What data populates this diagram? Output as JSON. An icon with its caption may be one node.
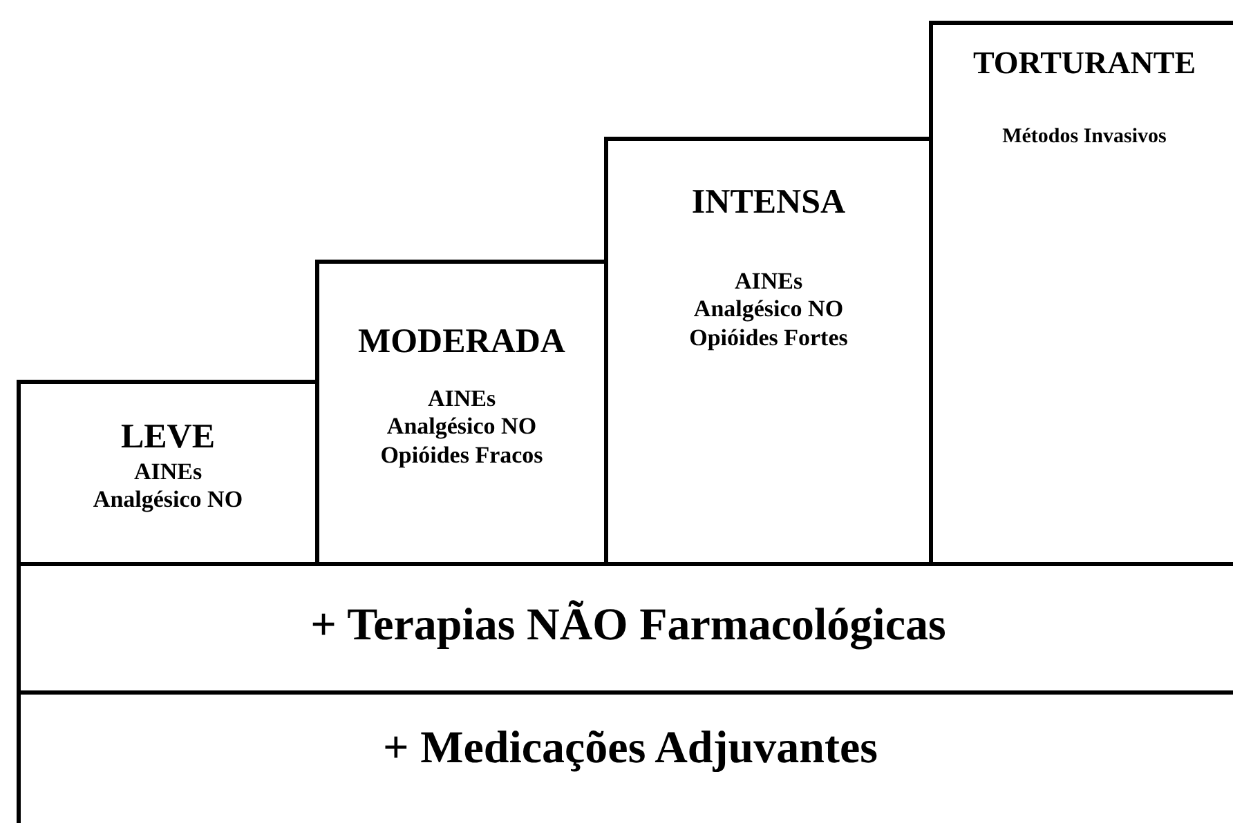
{
  "diagram": {
    "nodes": [
      {
        "text": [
          "LEVE",
          "AINEs",
          "Analgésico NO"
        ]
      },
      {
        "text": [
          "MODERADA",
          "AINEs",
          "Analgésico NO",
          "Opióides Fracos"
        ]
      },
      {
        "text": [
          "INTENSA",
          "AINEs",
          "Analgésico NO",
          "Opióides Fortes"
        ]
      },
      {
        "text": [
          "TORTURANTE",
          "Métodos Invasivos"
        ]
      },
      {
        "text": [
          "+ Terapias NÃO Farmacológicas"
        ]
      },
      {
        "text": [
          "+ Medicações Adjuvantes"
        ]
      }
    ],
    "edges": []
  }
}
